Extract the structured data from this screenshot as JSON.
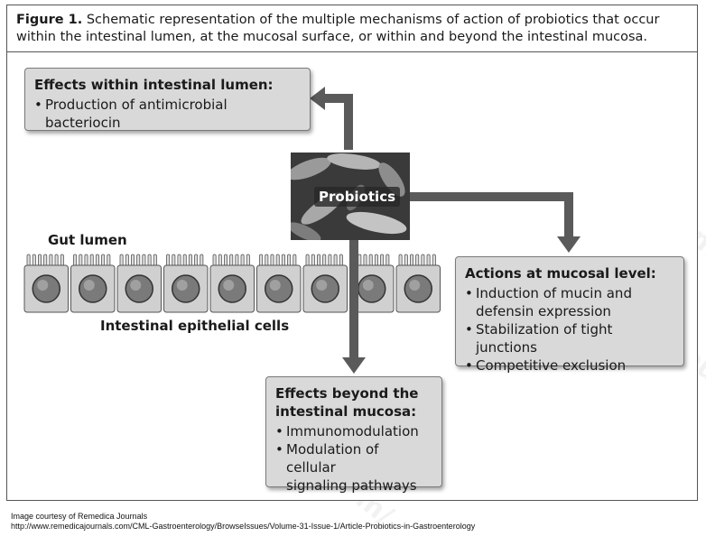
{
  "caption": {
    "figure_label": "Figure 1.",
    "line1": "Schematic representation of the multiple mechanisms of action of probiotics that occur",
    "line2": "within the intestinal lumen, at the mucosal surface, or within and beyond the intestinal mucosa."
  },
  "probiotics_label": "Probiotics",
  "gut_lumen_label": "Gut lumen",
  "epithelial_label": "Intestinal epithelial cells",
  "box_lumen": {
    "title": "Effects within intestinal lumen:",
    "items": [
      "Production of antimicrobial bacteriocin"
    ]
  },
  "box_mucosal": {
    "title": "Actions at mucosal level:",
    "items": [
      "Induction of mucin and",
      "defensin expression",
      "Stabilization of tight junctions",
      "Competitive exclusion"
    ]
  },
  "box_beyond": {
    "title_line1": "Effects beyond the",
    "title_line2": "intestinal mucosa:",
    "items": [
      "Immunomodulation",
      "Modulation of cellular",
      "signaling pathways"
    ]
  },
  "credit": {
    "line1": "Image courtesy of Remedica Journals",
    "line2": "http://www.remedicajournals.com/CML-Gastroenterology/BrowseIssues/Volume-31-Issue-1/Article-Probiotics-in-Gastroenterology"
  },
  "watermark_text": "@remedicajournals.com/",
  "colors": {
    "box_fill": "#d9d9d9",
    "arrow": "#5a5a5a",
    "cell_fill": "#d0d0d0",
    "nucleus": "#7a7a7a"
  }
}
